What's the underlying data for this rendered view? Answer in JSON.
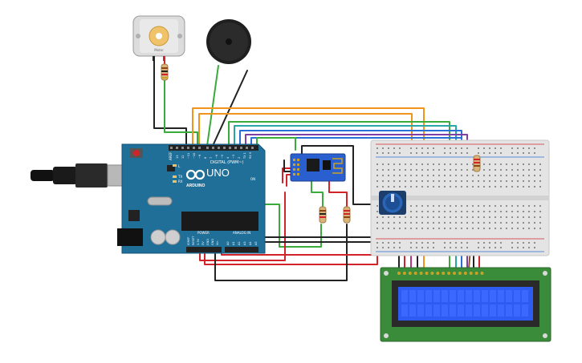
{
  "arduino": {
    "brand": "ARDUINO",
    "model": "UNO",
    "digital_header": "DIGITAL (PWM~)",
    "power_header": "POWER",
    "analog_header": "ANALOG IN",
    "on_label": "ON",
    "tx_label": "TX",
    "rx_label": "RX",
    "l_label": "L",
    "aref_label": "AREF",
    "digital_pins": [
      "13",
      "12",
      "~11",
      "~10",
      "~9",
      "8",
      "7",
      "~6",
      "~5",
      "4",
      "~3",
      "2",
      "TX 1",
      "RX 0"
    ],
    "power_pins": [
      "IOREF",
      "RESET",
      "3.3V",
      "5V",
      "GND",
      "GND",
      "Vin"
    ],
    "analog_pins": [
      "A0",
      "A1",
      "A2",
      "A3",
      "A4",
      "A5"
    ],
    "board_color": "#1f6f99"
  },
  "motor": {
    "label": "Motor"
  },
  "colors": {
    "wire_red": "#d2232a",
    "wire_black": "#222222",
    "wire_green": "#3aab3a",
    "wire_orange": "#f0941c",
    "wire_yellow": "#f2d21b",
    "wire_blue": "#2a6fd6",
    "wire_purple": "#7d3fa6",
    "wire_magenta": "#b5338a",
    "wire_teal": "#2aa6a6",
    "lcd_screen": "#2f5cf0",
    "lcd_board": "#3a8b3a"
  }
}
